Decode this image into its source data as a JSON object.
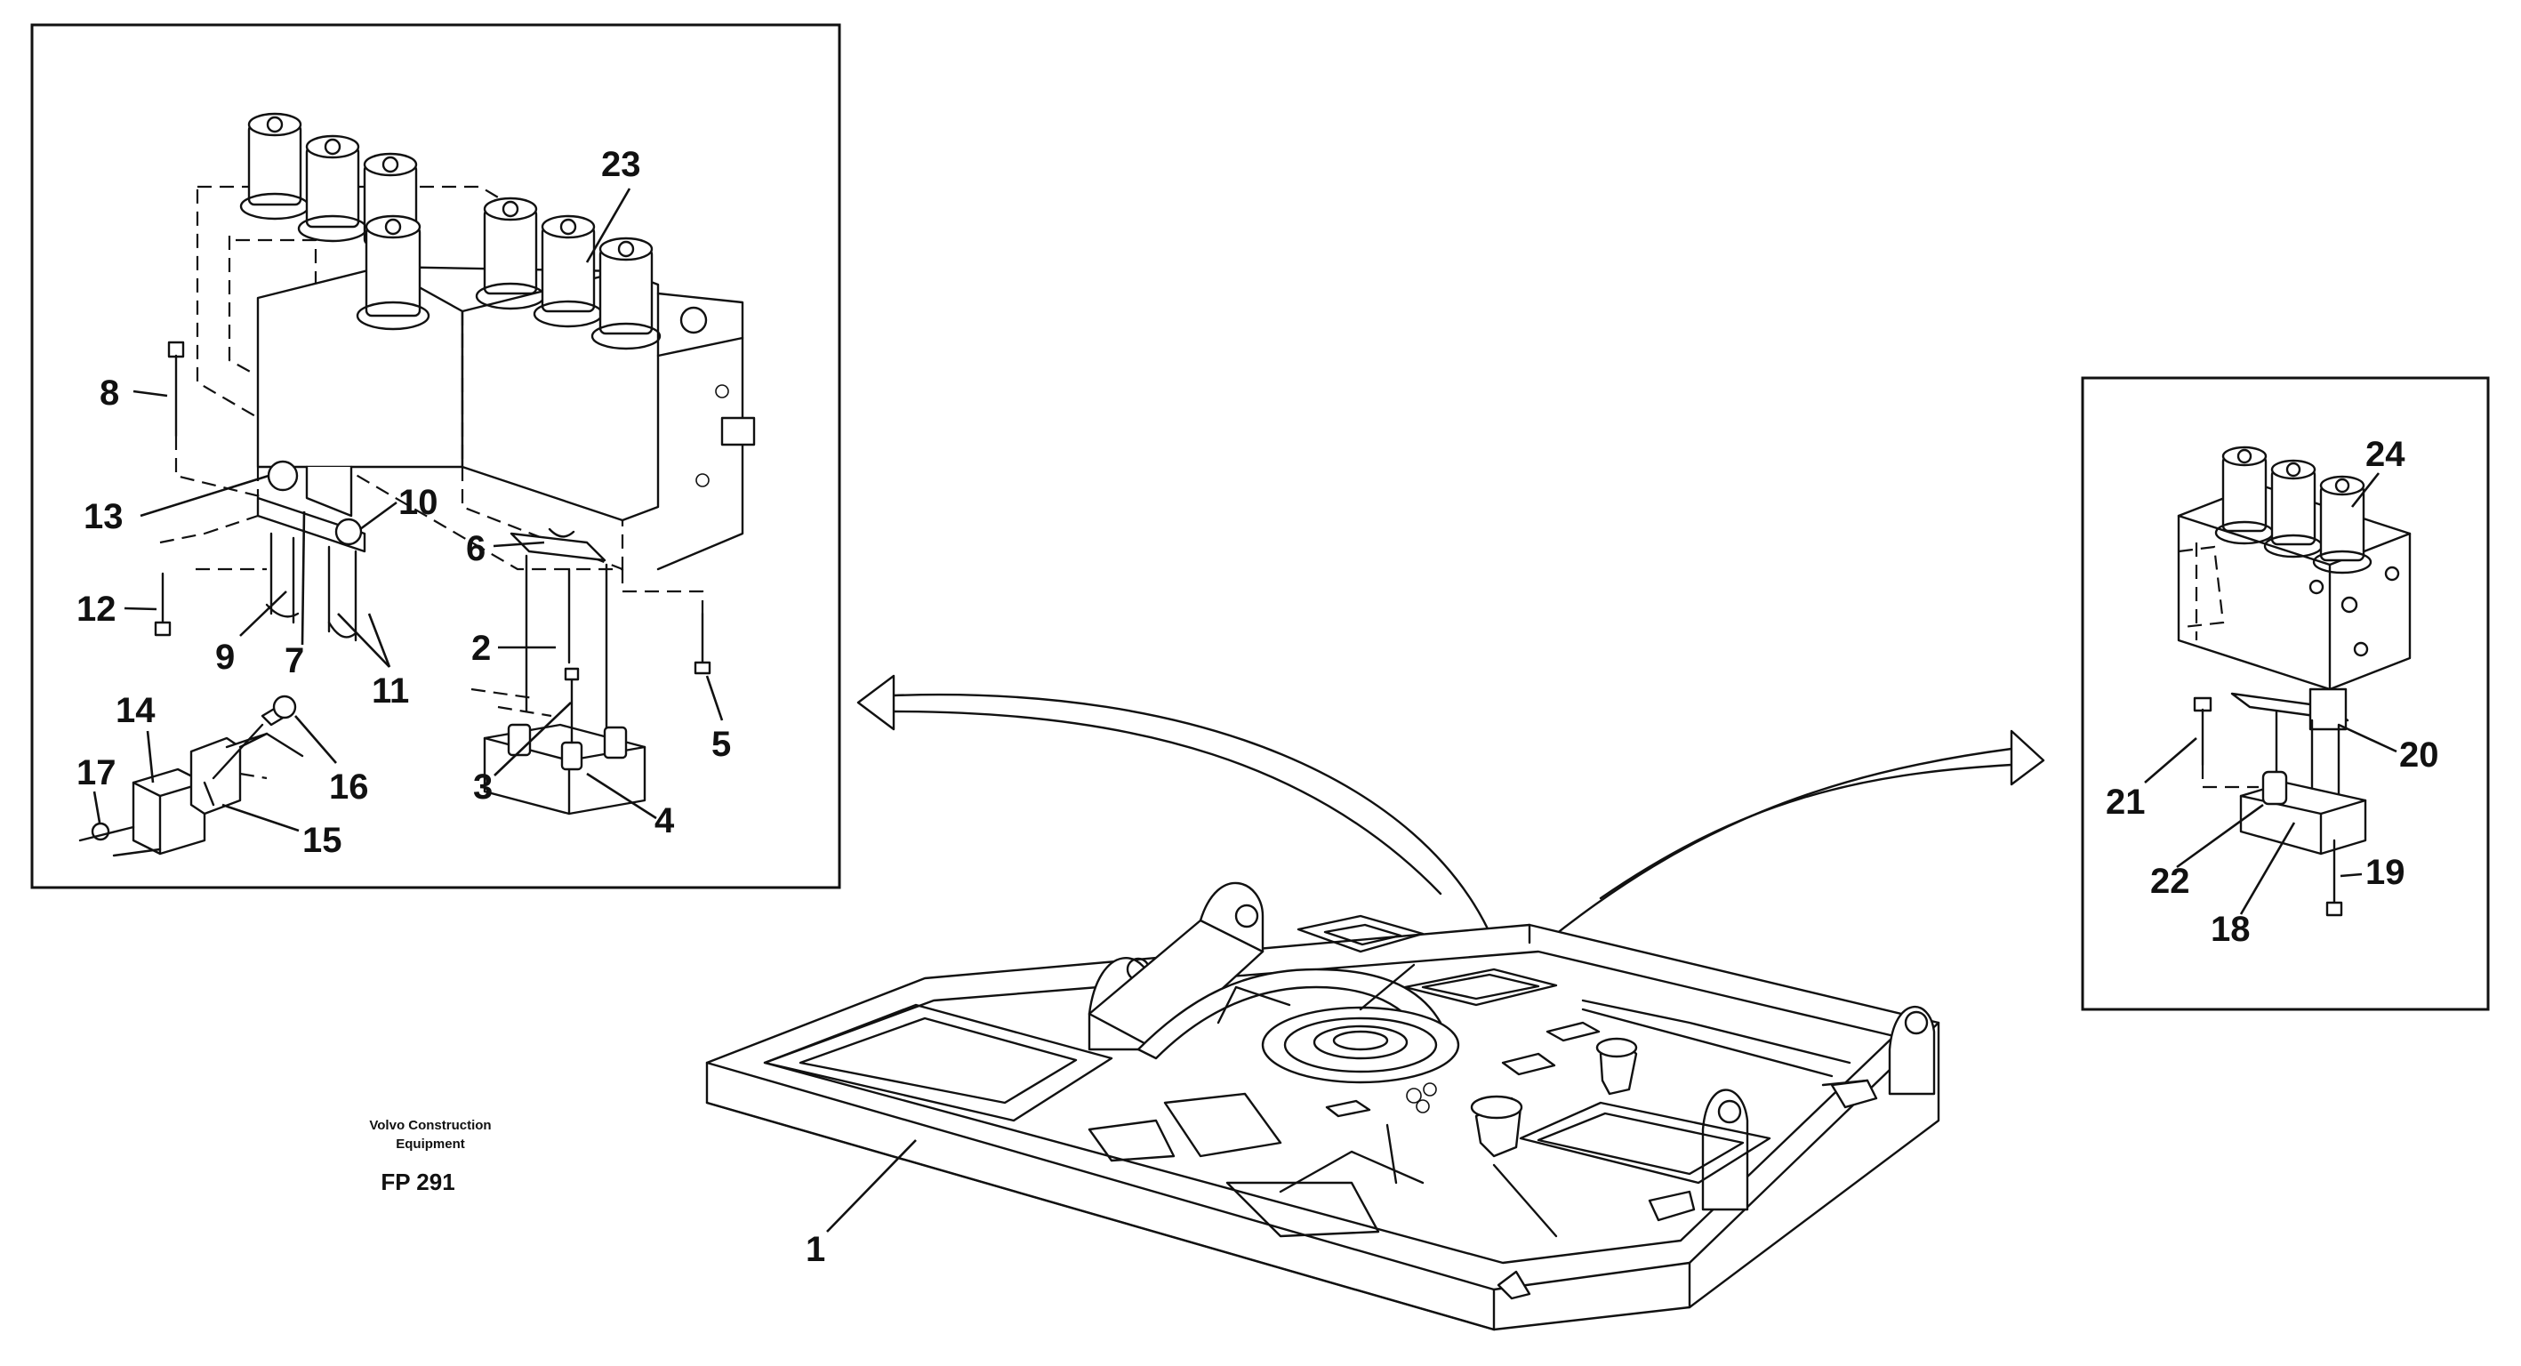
{
  "callouts": {
    "n1": "1",
    "n2": "2",
    "n3": "3",
    "n4": "4",
    "n5": "5",
    "n6": "6",
    "n7": "7",
    "n8": "8",
    "n9": "9",
    "n10": "10",
    "n11": "11",
    "n12": "12",
    "n13": "13",
    "n14": "14",
    "n15": "15",
    "n16": "16",
    "n17": "17",
    "n18": "18",
    "n19": "19",
    "n20": "20",
    "n21": "21",
    "n22": "22",
    "n23": "23",
    "n24": "24"
  },
  "credit": {
    "line1": "Volvo Construction",
    "line2": "Equipment",
    "code": "FP 291"
  }
}
